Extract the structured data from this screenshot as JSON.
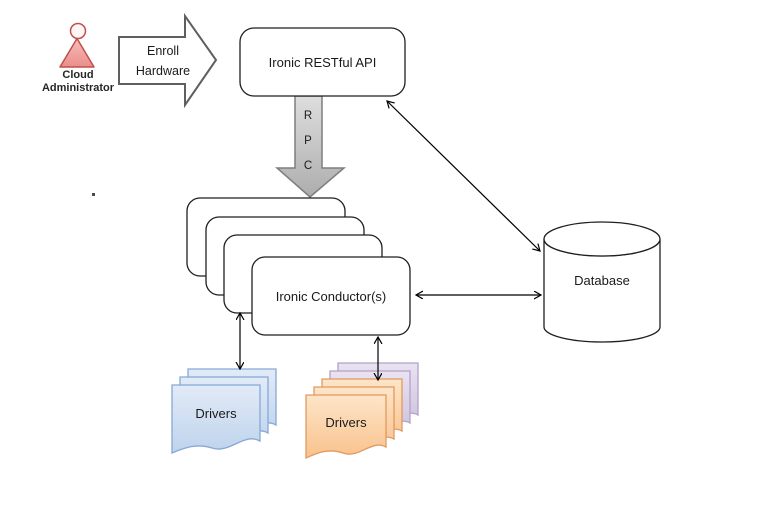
{
  "nodes": {
    "cloud_admin": {
      "label": "Cloud Administrator"
    },
    "enroll_arrow": {
      "label": "Enroll Hardware"
    },
    "api": {
      "label": "Ironic RESTful API"
    },
    "rpc_arrow": {
      "letters": [
        "R",
        "P",
        "C"
      ]
    },
    "conductors": {
      "label": "Ironic Conductor(s)",
      "stack_count": 4
    },
    "database": {
      "label": "Database"
    },
    "drivers_left": {
      "label": "Drivers",
      "stack_count": 3,
      "color_theme": "blue"
    },
    "drivers_right": {
      "label": "Drivers",
      "stack_count": 5,
      "color_theme": "orange-over-purple"
    }
  },
  "edges": [
    {
      "from": "cloud_admin",
      "to": "api",
      "via": "enroll_arrow",
      "type": "block_arrow"
    },
    {
      "from": "api",
      "to": "conductors",
      "via": "rpc_arrow",
      "type": "block_arrow"
    },
    {
      "from": "api",
      "to": "database",
      "type": "bidirectional_arrow"
    },
    {
      "from": "conductors",
      "to": "database",
      "type": "bidirectional_arrow"
    },
    {
      "from": "conductors",
      "to": "drivers_left",
      "type": "bidirectional_arrow"
    },
    {
      "from": "conductors",
      "to": "drivers_right",
      "type": "bidirectional_arrow"
    }
  ],
  "colors": {
    "admin_stroke": "#c0504d",
    "admin_fill": "#f2a7a5",
    "box_stroke": "#1f1f1f",
    "box_fill": "#ffffff",
    "connector_stroke": "#000000",
    "block_arrow_stroke": "#5f5f5f",
    "rpc_fill": "#c9c9c9",
    "blue_doc_stroke": "#85a8d8",
    "blue_doc_fill": "#cfdff4",
    "purple_doc_stroke": "#b3a2c7",
    "purple_doc_fill": "#dcd2e8",
    "orange_doc_stroke": "#e09a60",
    "orange_doc_fill": "#fbd3a6"
  }
}
